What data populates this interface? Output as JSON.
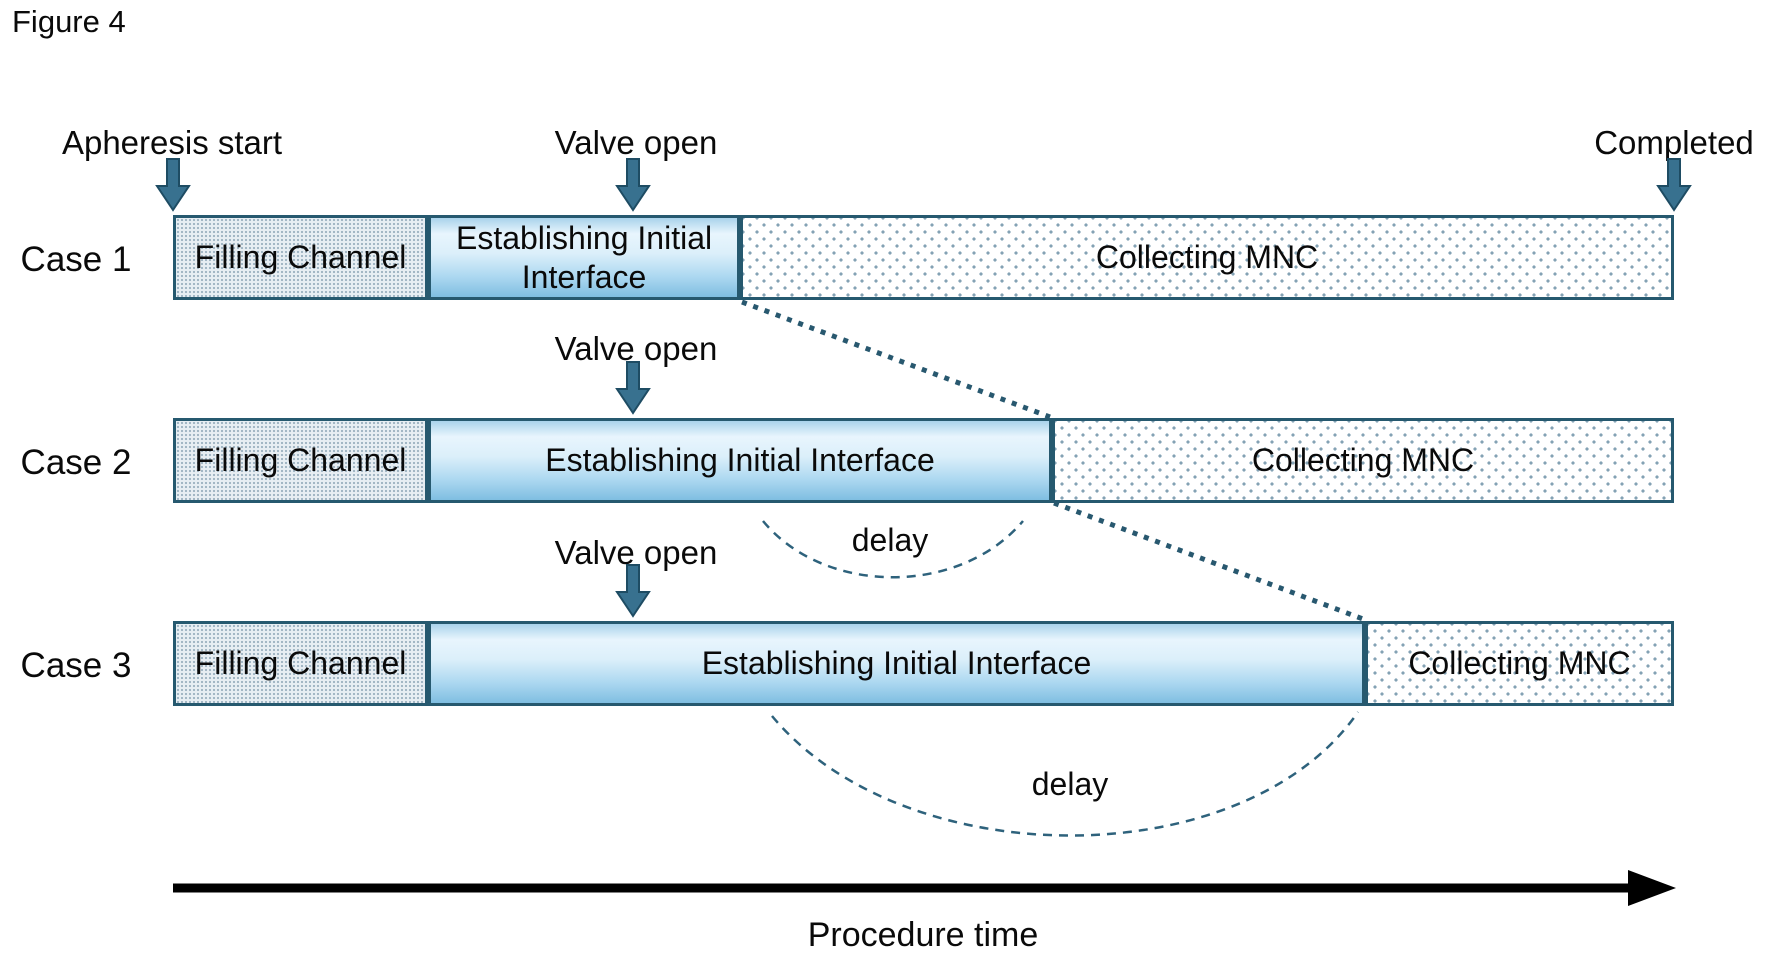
{
  "figure": {
    "title": "Figure 4"
  },
  "annotations": {
    "apheresis_start": "Apheresis start",
    "valve_open": "Valve open",
    "completed": "Completed"
  },
  "icons": {
    "down_arrow": "filled-down-arrow",
    "timeline_arrow": "filled-right-arrow",
    "connector": "dotted-diagonal-line",
    "delay_arc": "dashed-arc"
  },
  "colors": {
    "outline": "#26596f",
    "arrow_fill": "#38718f",
    "arrow_stroke": "#1e4c63",
    "segment_gradient_top": "#a9d3eb",
    "segment_gradient_light": "#e8f5fd",
    "segment_gradient_bottom": "#7fbee1",
    "pattern_dot": "#84a2b4",
    "timeline_black": "#000000"
  },
  "diagram": {
    "type": "process-timeline-comparison",
    "time_axis_label": "Procedure time",
    "events": {
      "start": "Apheresis start",
      "valve": "Valve open",
      "end": "Completed"
    },
    "delay_labels": [
      "delay",
      "delay"
    ],
    "cases": [
      {
        "label": "Case 1",
        "segments": [
          {
            "label": "Filling Channel",
            "pattern": "dense-dots",
            "start_pct": 0,
            "end_pct": 17.0
          },
          {
            "label": "Establishing Initial Interface",
            "pattern": "blue-gradient",
            "start_pct": 17.0,
            "end_pct": 37.8
          },
          {
            "label": "Collecting MNC",
            "pattern": "sparse-dots",
            "start_pct": 37.8,
            "end_pct": 100
          }
        ]
      },
      {
        "label": "Case 2",
        "segments": [
          {
            "label": "Filling Channel",
            "pattern": "dense-dots",
            "start_pct": 0,
            "end_pct": 17.0
          },
          {
            "label": "Establishing Initial Interface",
            "pattern": "blue-gradient",
            "start_pct": 17.0,
            "end_pct": 58.6
          },
          {
            "label": "Collecting MNC",
            "pattern": "sparse-dots",
            "start_pct": 58.6,
            "end_pct": 100
          }
        ]
      },
      {
        "label": "Case 3",
        "segments": [
          {
            "label": "Filling Channel",
            "pattern": "dense-dots",
            "start_pct": 0,
            "end_pct": 17.0
          },
          {
            "label": "Establishing Initial Interface",
            "pattern": "blue-gradient",
            "start_pct": 17.0,
            "end_pct": 79.4
          },
          {
            "label": "Collecting MNC",
            "pattern": "sparse-dots",
            "start_pct": 79.4,
            "end_pct": 100
          }
        ]
      }
    ]
  }
}
